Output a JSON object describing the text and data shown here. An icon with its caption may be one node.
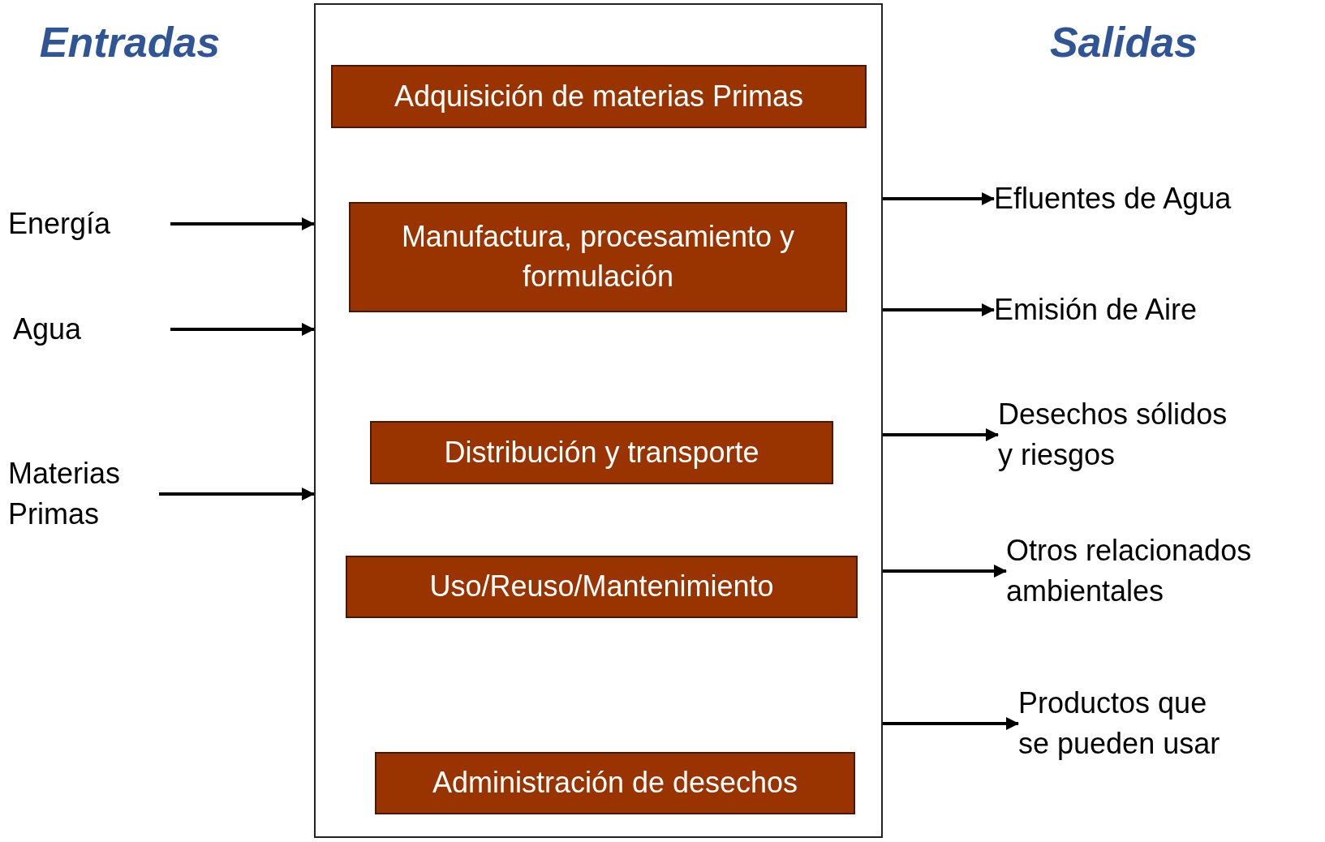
{
  "diagram": {
    "nodes": [
      {
        "text": [],
        "shape": "box"
      },
      {
        "text": [
          "Adquisición de materias Primas"
        ],
        "in": 0
      },
      {
        "text": [
          "Manufactura, procesamiento y formulación"
        ],
        "in": 0
      },
      {
        "text": [
          "Distribución y transporte"
        ],
        "in": 0
      },
      {
        "text": [
          "Uso/Reuso/Mantenimiento"
        ],
        "in": 0
      },
      {
        "text": [
          "Administración de desechos"
        ],
        "in": 0
      },
      {
        "text": [
          "Energía"
        ]
      },
      {
        "text": [
          "Agua"
        ]
      },
      {
        "text": [
          "Materias Primas"
        ]
      },
      {
        "text": [
          "Efluentes de Agua"
        ]
      },
      {
        "text": [
          "Emisión de Aire"
        ]
      },
      {
        "text": [
          "Desechos sólidos y riesgos"
        ]
      },
      {
        "text": [
          "Otros relacionados ambientales"
        ]
      },
      {
        "text": [
          "Productos que se pueden usar"
        ]
      }
    ],
    "edges": [
      {
        "from": 6,
        "to": 0,
        "arrow": "to"
      },
      {
        "from": 7,
        "to": 0,
        "arrow": "to"
      },
      {
        "from": 8,
        "to": 0,
        "arrow": "to"
      },
      {
        "from": 0,
        "to": 9,
        "arrow": "to"
      },
      {
        "from": 0,
        "to": 10,
        "arrow": "to"
      },
      {
        "from": 0,
        "to": 11,
        "arrow": "to"
      },
      {
        "from": 0,
        "to": 12,
        "arrow": "to"
      },
      {
        "from": 0,
        "to": 13,
        "arrow": "to"
      }
    ],
    "labels": [
      "Entradas",
      "Salidas"
    ]
  }
}
